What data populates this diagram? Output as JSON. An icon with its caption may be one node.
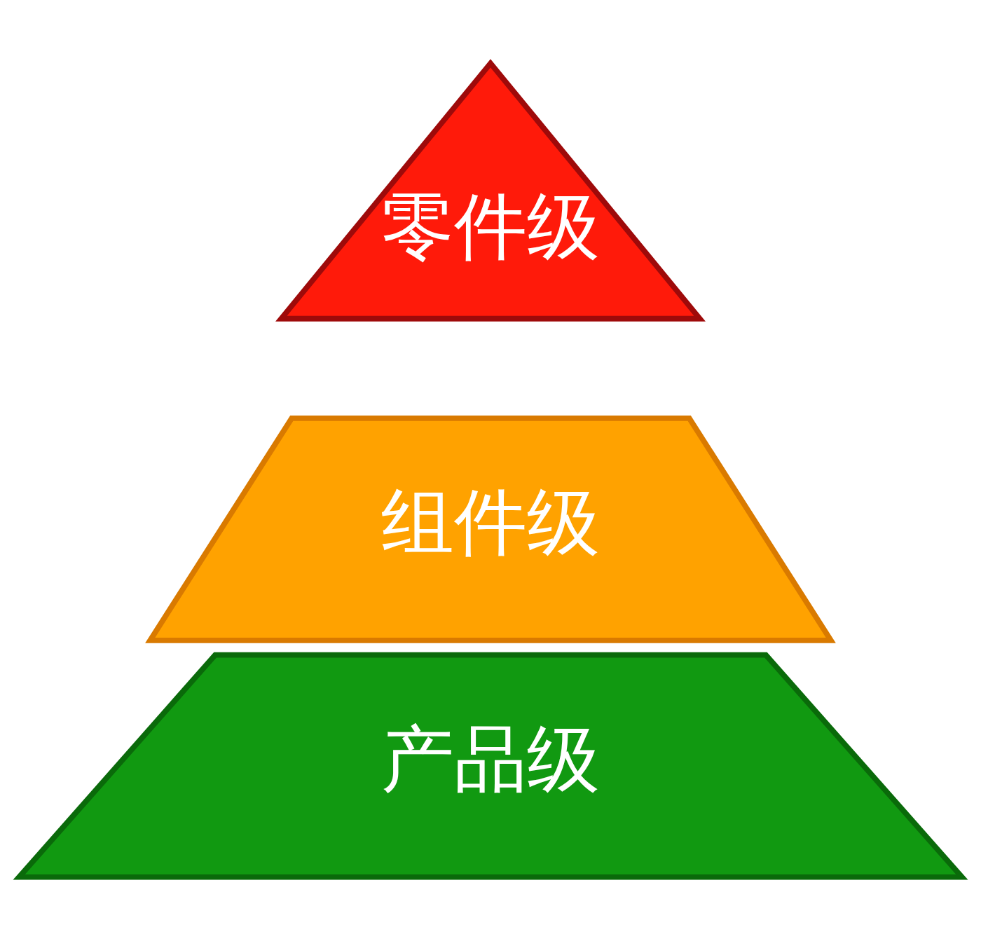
{
  "diagram": {
    "nodes": [
      {
        "text": [
          "零件级"
        ]
      },
      {
        "text": [
          "组件级"
        ]
      },
      {
        "text": [
          "产品级"
        ]
      }
    ]
  }
}
